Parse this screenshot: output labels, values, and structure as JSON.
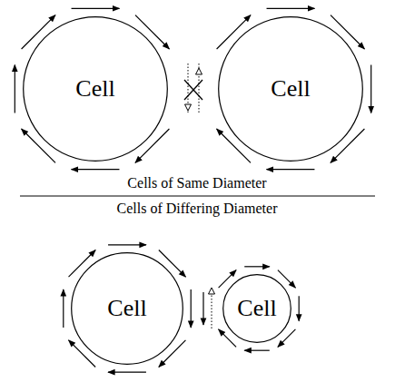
{
  "diagram": {
    "nodes": [
      {
        "text": [
          "Cell"
        ]
      },
      {
        "text": [
          "Cell"
        ]
      },
      {
        "text": [
          "Cell"
        ]
      },
      {
        "text": [
          "Cell"
        ]
      }
    ],
    "labels": [
      "Cells of Same Diameter",
      "Cells of Differing Diameter"
    ]
  }
}
